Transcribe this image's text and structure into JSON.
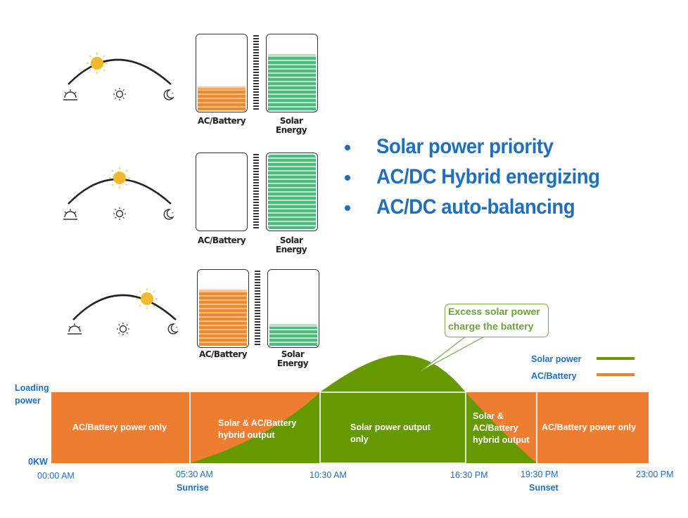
{
  "colors": {
    "solar_green": "#669900",
    "battery_orange": "#ed7d31",
    "text_blue": "#1f6fbf",
    "callout_green": "#6aa33a",
    "fill_green": "#4dbb7f",
    "fill_orange": "#f0913a",
    "sun_yellow": "#f2b92b"
  },
  "scenarios": [
    {
      "sun_position": "morning",
      "battery_label": "AC/Battery",
      "solar_label_line1": "Solar",
      "solar_label_line2": "Energy",
      "battery_fill_pct": 28,
      "solar_fill_pct": 74,
      "icons": [
        "sunrise-icon",
        "sun-icon",
        "moon-icon"
      ]
    },
    {
      "sun_position": "noon",
      "battery_label": "AC/Battery",
      "solar_label_line1": "Solar",
      "solar_label_line2": "Energy",
      "battery_fill_pct": 0,
      "solar_fill_pct": 100,
      "icons": [
        "sunrise-icon",
        "sun-icon",
        "moon-icon"
      ]
    },
    {
      "sun_position": "afternoon",
      "battery_label": "AC/Battery",
      "solar_label_line1": "Solar",
      "solar_label_line2": "Energy",
      "battery_fill_pct": 74,
      "solar_fill_pct": 28,
      "icons": [
        "sunrise-icon",
        "sun-icon",
        "moon-icon"
      ]
    }
  ],
  "bullets": [
    "Solar power priority",
    "AC/DC Hybrid energizing",
    "AC/DC auto-balancing"
  ],
  "callout": {
    "line1": "Excess solar power",
    "line2": "charge the battery"
  },
  "legend": {
    "solar": "Solar power",
    "battery": "AC/Battery"
  },
  "chart_data": {
    "type": "area",
    "title": "",
    "ylabel_line1": "Loading",
    "ylabel_line2": "power",
    "y_zero_label": "0KW",
    "xlabel": "",
    "x_ticks": [
      "00:00 AM",
      "05:30 AM",
      "10:30 AM",
      "16:30 PM",
      "19:30 PM",
      "23:00 PM"
    ],
    "x_annotations": {
      "05:30 AM": "Sunrise",
      "19:30 PM": "Sunset"
    },
    "segments": [
      {
        "from": "00:00 AM",
        "to": "05:30 AM",
        "label_line1": "AC/Battery power only",
        "label_line2": "",
        "label_line3": ""
      },
      {
        "from": "05:30 AM",
        "to": "10:30 AM",
        "label_line1": "Solar & AC/Battery",
        "label_line2": "hybrid output",
        "label_line3": ""
      },
      {
        "from": "10:30 AM",
        "to": "16:30 PM",
        "label_line1": "Solar power output",
        "label_line2": "only",
        "label_line3": ""
      },
      {
        "from": "16:30 PM",
        "to": "19:30 PM",
        "label_line1": "Solar &",
        "label_line2": "AC/Battery",
        "label_line3": "hybrid output"
      },
      {
        "from": "19:30 PM",
        "to": "23:00 PM",
        "label_line1": "AC/Battery power only",
        "label_line2": "",
        "label_line3": ""
      }
    ],
    "series": [
      {
        "name": "Solar power",
        "color": "#669900",
        "shape": "bell curve from 05:30 AM (0) rising above load level from 10:30 AM to 16:30 PM, peak ~148% of load near 13:00, returning to 0 at 19:30 PM"
      },
      {
        "name": "AC/Battery",
        "color": "#ed7d31",
        "shape": "fills remaining load (100%) where solar below load"
      }
    ],
    "load_level_pct": 100,
    "legend_position": "top-right"
  }
}
